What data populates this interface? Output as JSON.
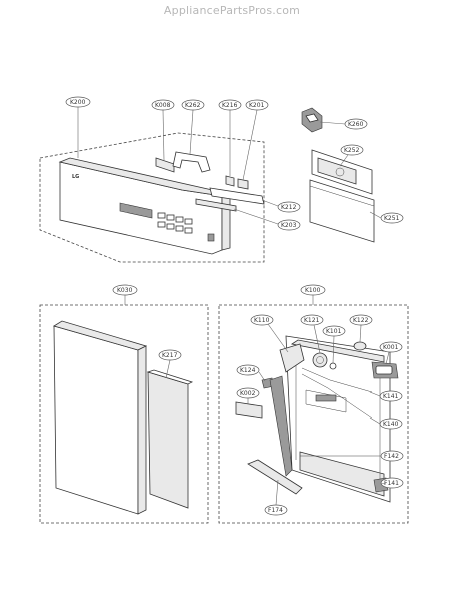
{
  "watermark": "AppliancePartsPros.com",
  "labels": {
    "k200": "K200",
    "k008": "K008",
    "k262": "K262",
    "k216": "K216",
    "k201": "K201",
    "k212": "K212",
    "k203": "K203",
    "k260": "K260",
    "k252": "K252",
    "k251": "K251",
    "k030": "K030",
    "k217": "K217",
    "k100": "K100",
    "k110": "K110",
    "k121": "K121",
    "k101": "K101",
    "k122": "K122",
    "k001": "K001",
    "k124": "K124",
    "k002": "K002",
    "k141": "K141",
    "k140": "K140",
    "f142": "F142",
    "f141": "F141",
    "f174": "F174"
  },
  "panel_logo": "LG"
}
